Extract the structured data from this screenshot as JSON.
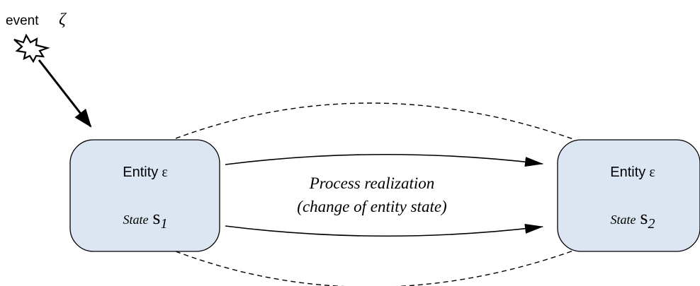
{
  "event": {
    "label": "event",
    "symbol": "ζ",
    "icon": "explosion-icon"
  },
  "entity_left": {
    "name": "Entity",
    "symbol": "ε",
    "state_label": "State",
    "state_var": "s",
    "state_index": "1"
  },
  "entity_right": {
    "name": "Entity",
    "symbol": "ε",
    "state_label": "State",
    "state_var": "s",
    "state_index": "2"
  },
  "process": {
    "line1": "Process realization",
    "line2": "(change of entity state)"
  },
  "colors": {
    "box_fill": "#dce6f2",
    "stroke": "#000000"
  }
}
